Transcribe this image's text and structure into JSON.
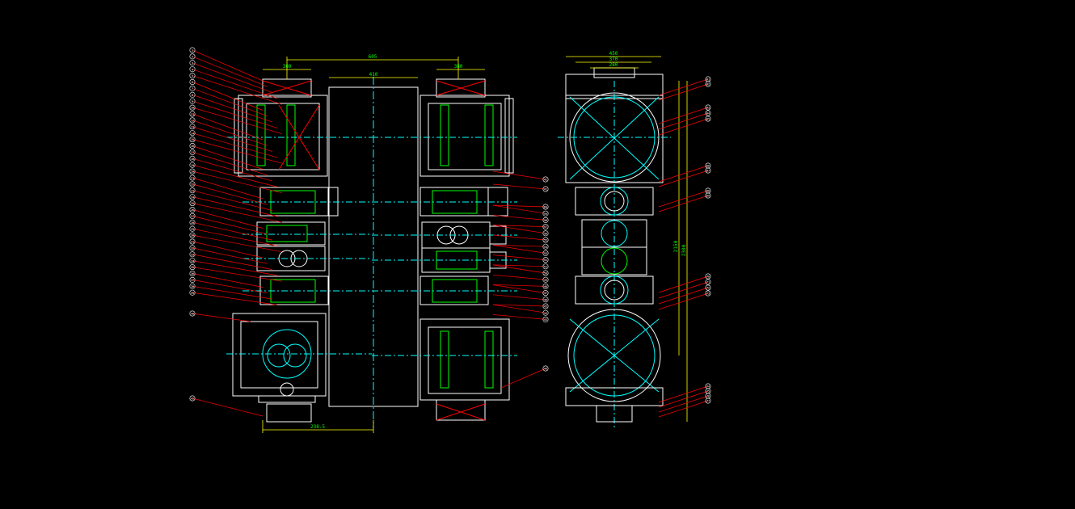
{
  "colors": {
    "background": "#000000",
    "outline": "#ffffff",
    "dimension": "#ffff00",
    "dim_text": "#00ff00",
    "leader": "#ff0000",
    "centerline": "#00ffff",
    "hatch": "#ff0000"
  },
  "dimensions": {
    "top_overall": "605",
    "top_left": "380",
    "top_right": "380",
    "shaft_top": "410",
    "bottom": "238.5",
    "side_top_1": "450",
    "side_top_2": "370",
    "side_top_3": "280",
    "side_right_1": "2150",
    "side_right_2": "2300"
  },
  "balloons_left": [
    "1",
    "2",
    "3",
    "4",
    "5",
    "6",
    "7",
    "8",
    "9",
    "10",
    "11",
    "12",
    "13",
    "14",
    "15",
    "16",
    "17",
    "18",
    "19",
    "20",
    "21",
    "22",
    "23",
    "24",
    "25",
    "26",
    "27",
    "28",
    "29",
    "30",
    "31",
    "32",
    "33",
    "34",
    "35",
    "36",
    "37",
    "38",
    "39"
  ],
  "balloons_left_extra": [
    "40",
    "42"
  ],
  "balloons_mid": [
    "42",
    "41",
    "60",
    "59",
    "58",
    "57",
    "56",
    "55",
    "54",
    "53",
    "52",
    "51",
    "50",
    "49",
    "48",
    "47",
    "46",
    "45",
    "44",
    "43"
  ],
  "balloons_right": [
    "61",
    "62",
    "63",
    "64",
    "65",
    "66",
    "67",
    "68",
    "69",
    "70",
    "71",
    "72",
    "73",
    "74",
    "75",
    "76",
    "77"
  ]
}
